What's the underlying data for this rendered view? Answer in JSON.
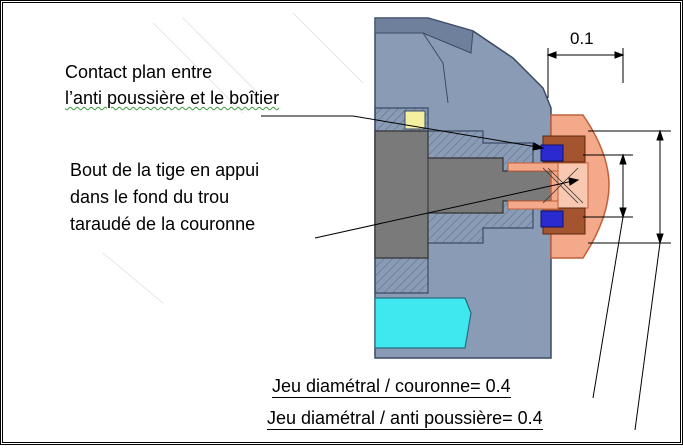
{
  "labels": {
    "contact_line1": "Contact plan entre",
    "contact_line2": "l’anti poussière et le boîtier",
    "bout_line1": "Bout de la tige en appui",
    "bout_line2": "dans le fond du trou",
    "bout_line3": "taraudé de la couronne",
    "jeu_couronne": "Jeu diamétral / couronne= 0.4",
    "jeu_anti": "Jeu diamétral / anti poussière= 0.4",
    "cote_01": "0.1"
  },
  "colors": {
    "boitier": "#8a9bb5",
    "boitier_dark": "#6f809c",
    "tige": "#7a7a7a",
    "couronne": "#f4a98a",
    "couronne_dark": "#c0603a",
    "anti_poussiere": "#a4542e",
    "joint": "#2a2ad0",
    "cyan": "#3ee8ee",
    "jaune": "#f4f0a0"
  }
}
